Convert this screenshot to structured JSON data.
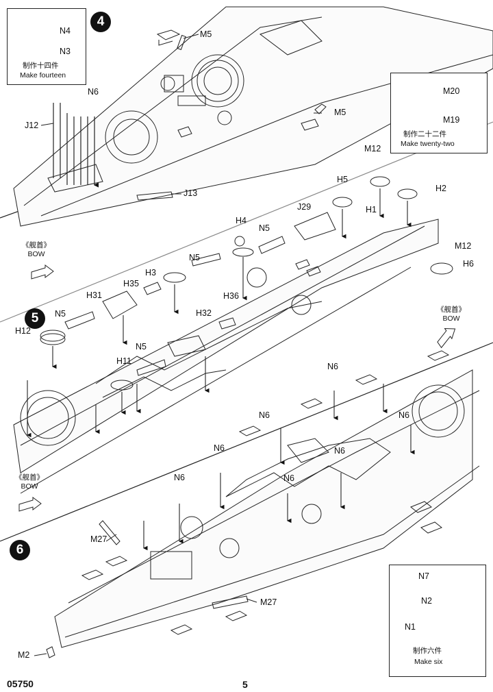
{
  "step_badges": {
    "step4": "4",
    "step5": "5",
    "step6": "6"
  },
  "inset_top_left": {
    "part_a": "N4",
    "part_b": "N3",
    "note_cn": "制作十四件",
    "note_en": "Make fourteen"
  },
  "inset_top_right": {
    "part_a": "M20",
    "part_b": "M19",
    "note_cn": "制作二十二件",
    "note_en": "Make twenty-two"
  },
  "inset_bottom_right": {
    "part_a": "N7",
    "part_b": "N2",
    "part_c": "N1",
    "note_cn": "制作六件",
    "note_en": "Make six"
  },
  "step4_labels": {
    "m5_top": "M5",
    "n6": "N6",
    "j12": "J12",
    "m5_mid": "M5",
    "j13": "J13"
  },
  "step5_labels": {
    "m12_top": "M12",
    "h5": "H5",
    "h2": "H2",
    "h1": "H1",
    "j29": "J29",
    "h4": "H4",
    "n5_a": "N5",
    "n5_b": "N5",
    "h3": "H3",
    "h35": "H35",
    "h31": "H31",
    "h36": "H36",
    "h32": "H32",
    "n5_c": "N5",
    "h12": "H12",
    "n5_d": "N5",
    "h11": "H11",
    "m12_right": "M12",
    "h6": "H6"
  },
  "step6_labels": {
    "n6_a": "N6",
    "n6_b": "N6",
    "n6_c": "N6",
    "n6_d": "N6",
    "n6_e": "N6",
    "n6_f": "N6",
    "n6_g": "N6",
    "m27_a": "M27",
    "m27_b": "M27",
    "m2": "M2"
  },
  "bow_markers": {
    "left1_cn": "《舰首》",
    "left1_en": "BOW",
    "right_cn": "《舰首》",
    "right_en": "BOW",
    "left2_cn": "《舰首》",
    "left2_en": "BOW"
  },
  "footer": {
    "code": "05750",
    "page": "5"
  }
}
